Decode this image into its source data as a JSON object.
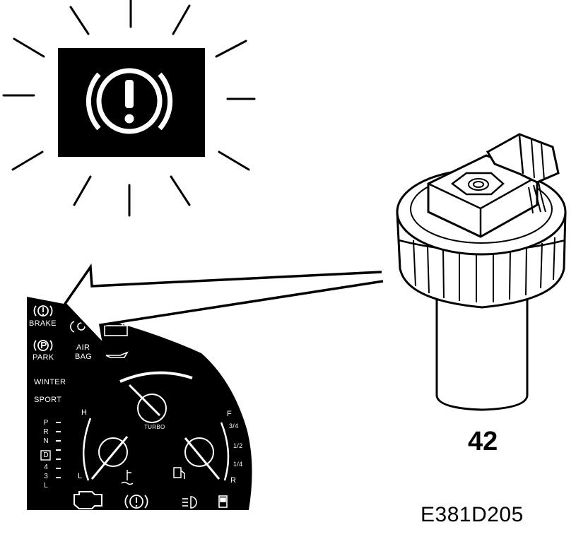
{
  "warning_light": {
    "icon": "brake-warning-icon",
    "background_color": "#000000",
    "symbol_color": "#ffffff"
  },
  "cluster": {
    "background_color": "#000000",
    "indicators": {
      "brake": "BRAKE",
      "park": "PARK",
      "air": "AIR",
      "bag": "BAG",
      "winter": "WINTER",
      "sport": "SPORT"
    },
    "gear_selector": [
      "P",
      "R",
      "N",
      "D",
      "4",
      "3",
      "L"
    ],
    "selected_gear": "D",
    "turbo_label": "TURBO",
    "temp_gauge": {
      "high": "H",
      "low": "L"
    },
    "fuel_gauge": {
      "full": "F",
      "three_quarter": "3/4",
      "half": "1/2",
      "quarter": "1/4",
      "reserve": "R"
    },
    "bottom_icons": [
      "engine-icon",
      "brake-warning-icon",
      "fog-light-icon",
      "fuel-pump-icon"
    ]
  },
  "part": {
    "number": "42",
    "name_icon": "fluid-level-sensor-cap"
  },
  "figure_code": "E381D205"
}
